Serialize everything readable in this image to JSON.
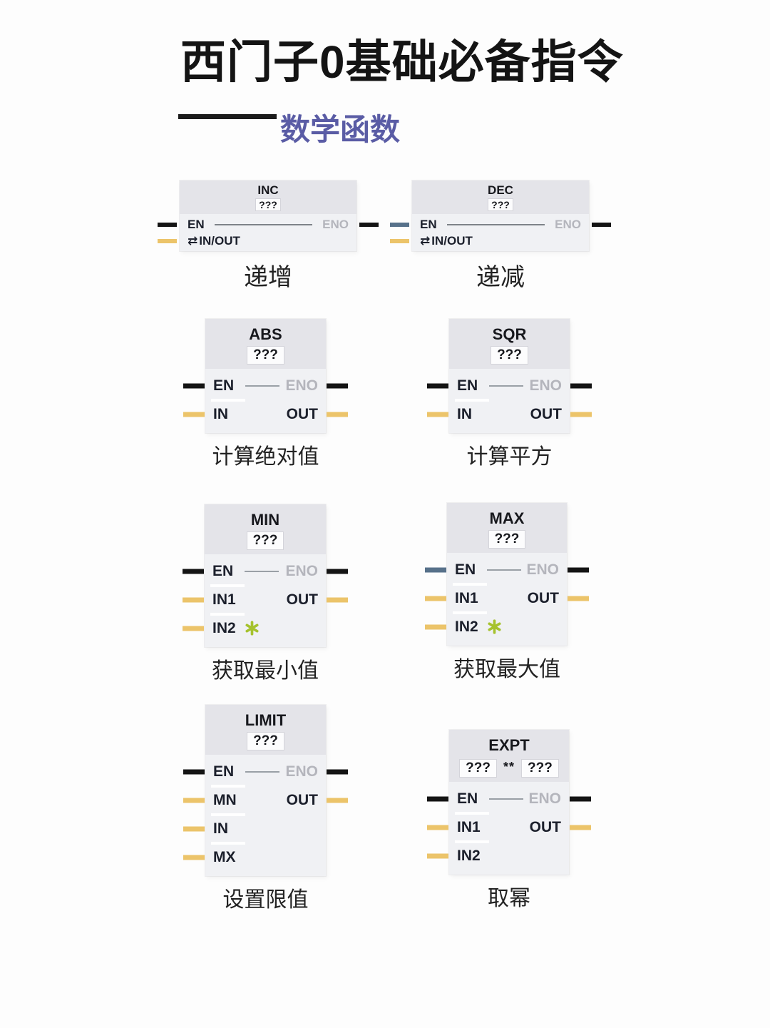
{
  "page": {
    "title": "西门子0基础必备指令",
    "subtitle": "数学函数"
  },
  "colors": {
    "subtitle_accent": "#5a5ca5",
    "block_header_bg": "#e4e4e9",
    "block_body_bg": "#f0f1f4",
    "stub_yellow": "#ecc46a",
    "stub_black": "#141414",
    "stub_steel_blue": "#57718a",
    "eno_text_gray": "#b4b5bc",
    "star_green": "#a6c22e"
  },
  "blocks": [
    {
      "name": "INC",
      "operand": "???",
      "en": "EN",
      "eno": "ENO",
      "inout_symbol": "⇄",
      "inout": "IN/OUT",
      "caption": "递增"
    },
    {
      "name": "DEC",
      "operand": "???",
      "en": "EN",
      "eno": "ENO",
      "inout_symbol": "⇄",
      "inout": "IN/OUT",
      "caption": "递减"
    },
    {
      "name": "ABS",
      "operand": "???",
      "en": "EN",
      "eno": "ENO",
      "in": "IN",
      "out": "OUT",
      "caption": "计算绝对值"
    },
    {
      "name": "SQR",
      "operand": "???",
      "en": "EN",
      "eno": "ENO",
      "in": "IN",
      "out": "OUT",
      "caption": "计算平方"
    },
    {
      "name": "MIN",
      "operand": "???",
      "en": "EN",
      "eno": "ENO",
      "in1": "IN1",
      "in2": "IN2",
      "out": "OUT",
      "caption": "获取最小值"
    },
    {
      "name": "MAX",
      "operand": "???",
      "en": "EN",
      "eno": "ENO",
      "in1": "IN1",
      "in2": "IN2",
      "out": "OUT",
      "caption": "获取最大值"
    },
    {
      "name": "LIMIT",
      "operand": "???",
      "en": "EN",
      "eno": "ENO",
      "mn": "MN",
      "in": "IN",
      "mx": "MX",
      "out": "OUT",
      "caption": "设置限值"
    },
    {
      "name": "EXPT",
      "operand_left": "???",
      "operator": "**",
      "operand_right": "???",
      "en": "EN",
      "eno": "ENO",
      "in1": "IN1",
      "in2": "IN2",
      "out": "OUT",
      "caption": "取幂"
    }
  ]
}
